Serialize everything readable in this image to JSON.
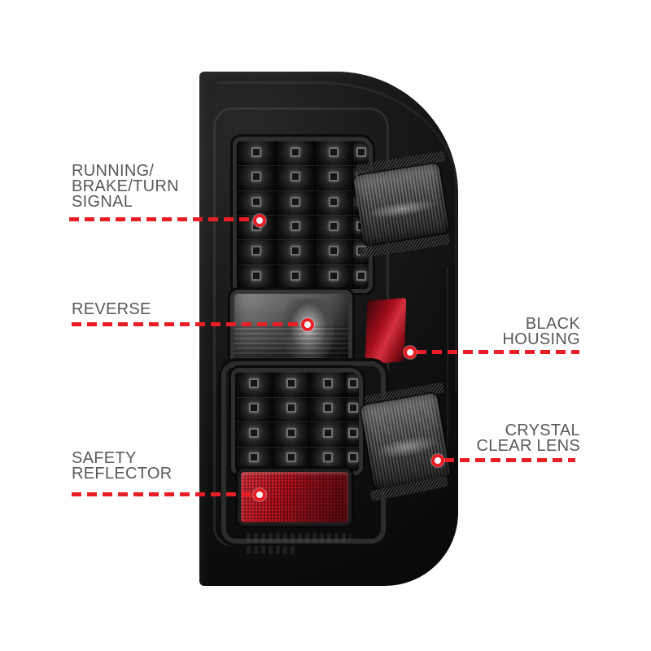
{
  "page": {
    "background": "#ffffff"
  },
  "product": {
    "upper_led_grid": {
      "cols": 4,
      "rows": 6
    },
    "lower_led_grid": {
      "cols": 4,
      "rows": 4
    }
  },
  "callouts": {
    "running_brake_turn": {
      "label": "RUNNING/\nBRAKE/TURN\nSIGNAL"
    },
    "reverse": {
      "label": "REVERSE"
    },
    "safety_reflector": {
      "label": "SAFETY\nREFLECTOR"
    },
    "black_housing": {
      "label": "BLACK\nHOUSING"
    },
    "crystal_clear_lens": {
      "label": "CRYSTAL\nCLEAR LENS"
    }
  },
  "style": {
    "accent_red": "#e81e26",
    "label_color": "#58595b",
    "housing_black": "#131313",
    "reflector_red": "#c3121f"
  }
}
